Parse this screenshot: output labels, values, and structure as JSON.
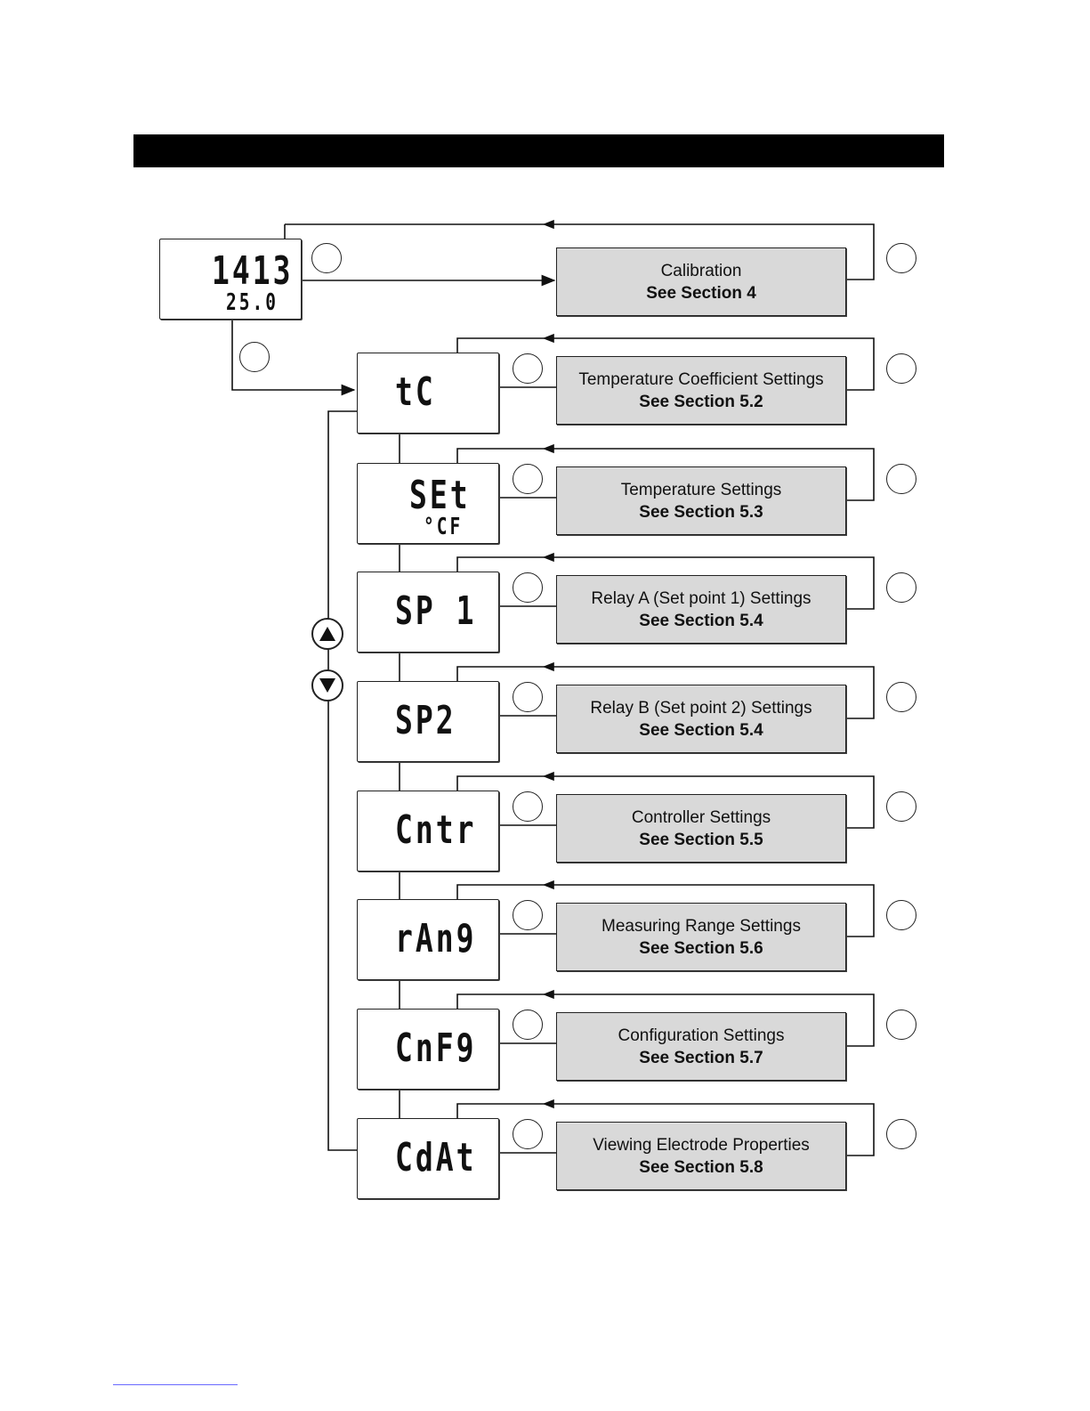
{
  "main_display": {
    "primary": "1413",
    "secondary": "25.0"
  },
  "menus": [
    {
      "code": "tC",
      "sub": "",
      "title": "Temperature Coefficient Settings",
      "ref": "See Section 5.2"
    },
    {
      "code": "SEt",
      "sub": "°CF",
      "title": "Temperature Settings",
      "ref": "See Section 5.3"
    },
    {
      "code": "SP 1",
      "sub": "",
      "title": "Relay A (Set point 1) Settings",
      "ref": "See Section 5.4"
    },
    {
      "code": "SP2",
      "sub": "",
      "title": "Relay B (Set point 2) Settings",
      "ref": "See Section 5.4"
    },
    {
      "code": "Cntr",
      "sub": "",
      "title": "Controller Settings",
      "ref": "See Section 5.5"
    },
    {
      "code": "rAn9",
      "sub": "",
      "title": "Measuring Range Settings",
      "ref": "See Section 5.6"
    },
    {
      "code": "CnF9",
      "sub": "",
      "title": "Configuration Settings",
      "ref": "See Section 5.7"
    },
    {
      "code": "CdAt",
      "sub": "",
      "title": "Viewing Electrode Properties",
      "ref": "See Section 5.8"
    }
  ],
  "calibration": {
    "title": "Calibration",
    "ref": "See Section 4"
  },
  "icons": {
    "up": "up-arrow-key-icon",
    "down": "down-arrow-key-icon"
  }
}
